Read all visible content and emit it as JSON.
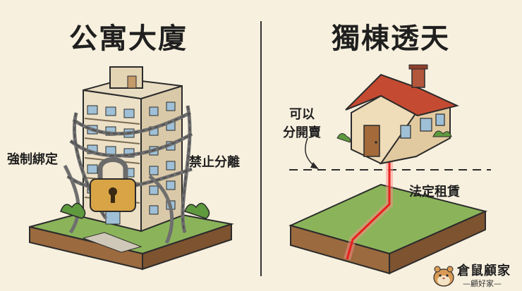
{
  "left": {
    "title": "公寓大廈",
    "label_left": "強制綁定",
    "label_right": "禁止分離"
  },
  "right": {
    "title": "獨棟透天",
    "label_sell_line1": "可以",
    "label_sell_line2": "分開賣",
    "label_lease": "法定租賃"
  },
  "brand": {
    "name": "倉鼠顧家",
    "tagline": "—顧好家—"
  }
}
